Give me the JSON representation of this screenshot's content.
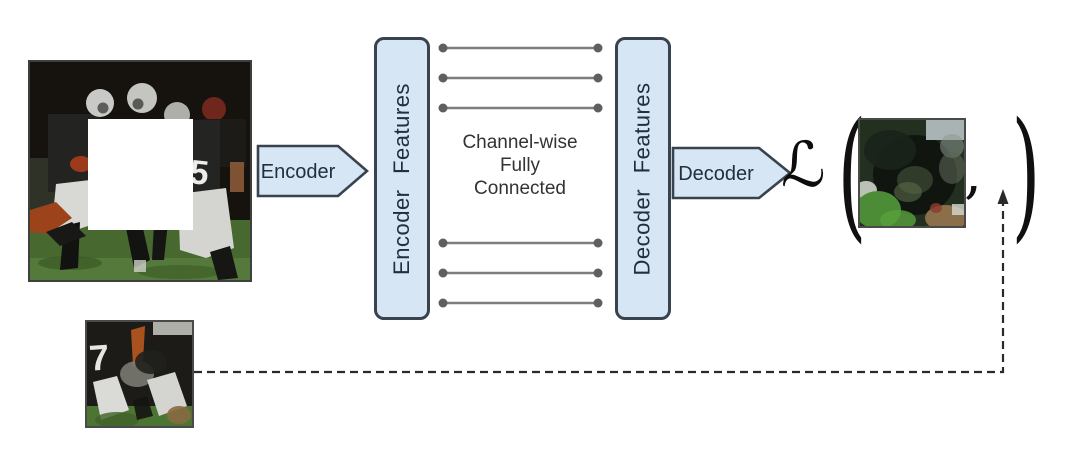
{
  "pipeline": {
    "encoder_arrow_label": "Encoder",
    "decoder_arrow_label": "Decoder",
    "encoder_features_label": "Encoder Features",
    "decoder_features_label": "Decoder Features",
    "channel_fc_label": "Channel-wise\nFully\nConnected",
    "loss": {
      "symbol": "ℒ",
      "open_paren": "(",
      "comma": ",",
      "close_paren": ")"
    }
  },
  "photos": {
    "masked_input": {
      "icon": "masked-input-photo",
      "jersey_number": "5",
      "mask": "white-square-mask"
    },
    "ground_truth_patch": {
      "icon": "ground-truth-patch-photo",
      "jersey_number": "7"
    },
    "reconstructed_patch": {
      "icon": "reconstructed-patch-photo"
    }
  },
  "colors": {
    "node_fill": "#d6e6f5",
    "node_border": "#39434d",
    "node_text": "#22303c",
    "connector_line": "#7d7d7d",
    "connector_dot": "#5f5f5f",
    "dashed_arrow": "#2a2a2a",
    "body_text": "#333333"
  }
}
